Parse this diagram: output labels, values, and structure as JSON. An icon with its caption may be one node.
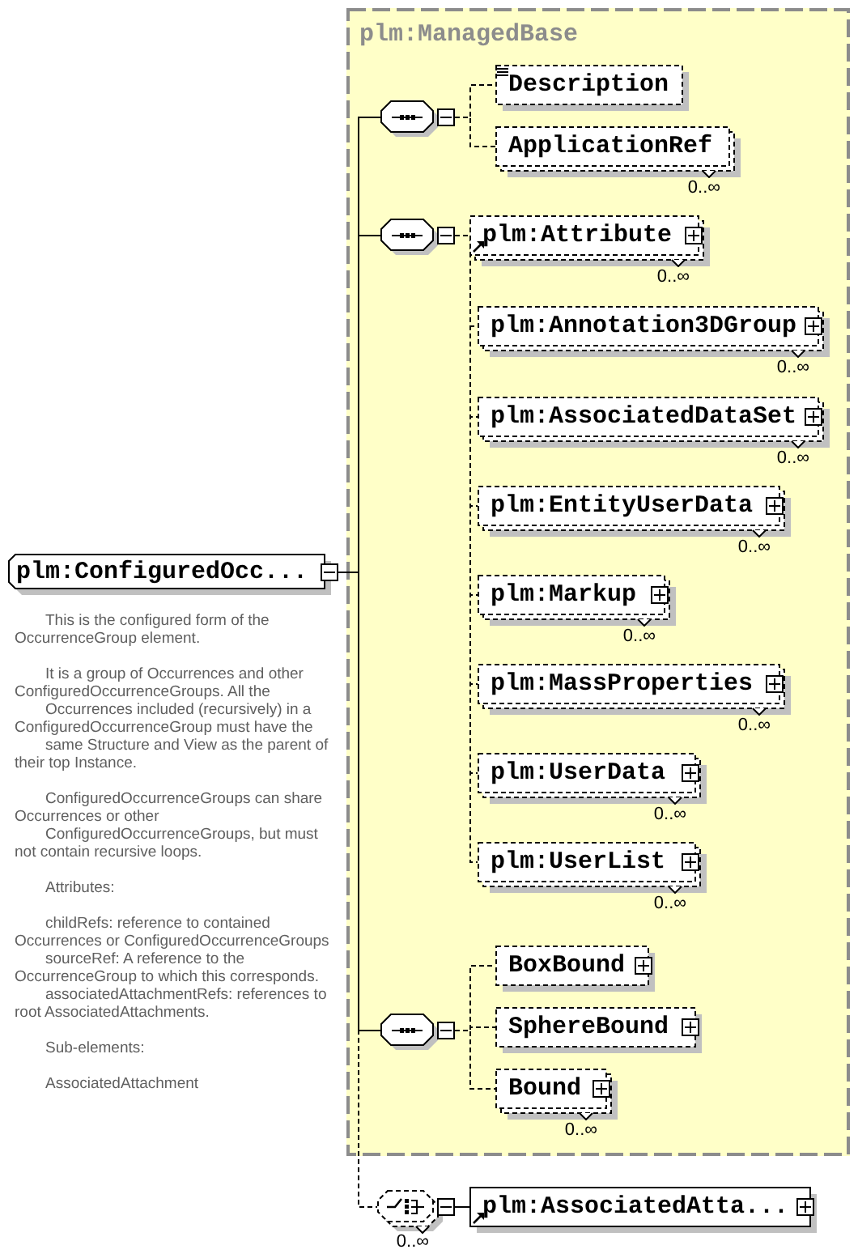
{
  "diagram": {
    "nodes": [
      {
        "text": [
          "plm:ConfiguredOcc..."
        ],
        "beside": [
          "This is the configured form of the OccurrenceGroup element.",
          "It is a group of Occurrences and other ConfiguredOccurrenceGroups. All the",
          "Occurrences included (recursively) in a ConfiguredOccurrenceGroup must have the",
          "same Structure and View as the parent of their top Instance.",
          "ConfiguredOccurrenceGroups can share Occurrences or other",
          "ConfiguredOccurrenceGroups, but must not contain recursive loops.",
          "Attributes:",
          "childRefs: reference to contained Occurrences or ConfiguredOccurrenceGroups",
          "sourceRef: A reference to the OccurrenceGroup to which this corresponds.",
          "associatedAttachmentRefs: references to root AssociatedAttachments.",
          "Sub-elements:",
          "AssociatedAttachment"
        ]
      },
      {
        "text": [
          "plm:ManagedBase"
        ]
      },
      {
        "text": [],
        "shape": "octagon",
        "in": 1
      },
      {
        "text": [
          "Description"
        ],
        "in": 1
      },
      {
        "text": [
          "ApplicationRef"
        ],
        "in": 1,
        "beside": [
          "0..∞"
        ]
      },
      {
        "text": [],
        "shape": "octagon",
        "in": 1
      },
      {
        "text": [
          "plm:Attribute"
        ],
        "in": 1,
        "beside": [
          "0..∞"
        ]
      },
      {
        "text": [
          "plm:Annotation3DGroup"
        ],
        "in": 1,
        "beside": [
          "0..∞"
        ]
      },
      {
        "text": [
          "plm:AssociatedDataSet"
        ],
        "in": 1,
        "beside": [
          "0..∞"
        ]
      },
      {
        "text": [
          "plm:EntityUserData"
        ],
        "in": 1,
        "beside": [
          "0..∞"
        ]
      },
      {
        "text": [
          "plm:Markup"
        ],
        "in": 1,
        "beside": [
          "0..∞"
        ]
      },
      {
        "text": [
          "plm:MassProperties"
        ],
        "in": 1,
        "beside": [
          "0..∞"
        ]
      },
      {
        "text": [
          "plm:UserData"
        ],
        "in": 1,
        "beside": [
          "0..∞"
        ]
      },
      {
        "text": [
          "plm:UserList"
        ],
        "in": 1,
        "beside": [
          "0..∞"
        ]
      },
      {
        "text": [],
        "shape": "octagon",
        "in": 1
      },
      {
        "text": [
          "BoxBound"
        ],
        "in": 1
      },
      {
        "text": [
          "SphereBound"
        ],
        "in": 1
      },
      {
        "text": [
          "Bound"
        ],
        "in": 1,
        "beside": [
          "0..∞"
        ]
      },
      {
        "text": [],
        "shape": "octagon",
        "beside": [
          "0..∞"
        ]
      },
      {
        "text": [
          "plm:AssociatedAtta..."
        ]
      }
    ],
    "edges": [
      {
        "from": 0,
        "to": 2,
        "arrow": "none"
      },
      {
        "from": 0,
        "to": 5,
        "arrow": "none"
      },
      {
        "from": 0,
        "to": 14,
        "arrow": "none"
      },
      {
        "from": 0,
        "to": 18,
        "arrow": "none",
        "style": "dashed"
      },
      {
        "from": 2,
        "to": 3,
        "arrow": "none",
        "style": "dashed"
      },
      {
        "from": 2,
        "to": 4,
        "arrow": "none",
        "style": "dashed"
      },
      {
        "from": 5,
        "to": 6,
        "arrow": "none",
        "style": "dashed"
      },
      {
        "from": 5,
        "to": 7,
        "arrow": "none",
        "style": "dashed"
      },
      {
        "from": 5,
        "to": 8,
        "arrow": "none",
        "style": "dashed"
      },
      {
        "from": 5,
        "to": 9,
        "arrow": "none",
        "style": "dashed"
      },
      {
        "from": 5,
        "to": 10,
        "arrow": "none",
        "style": "dashed"
      },
      {
        "from": 5,
        "to": 11,
        "arrow": "none",
        "style": "dashed"
      },
      {
        "from": 5,
        "to": 12,
        "arrow": "none",
        "style": "dashed"
      },
      {
        "from": 5,
        "to": 13,
        "arrow": "none",
        "style": "dashed"
      },
      {
        "from": 14,
        "to": 15,
        "arrow": "none",
        "style": "dashed"
      },
      {
        "from": 14,
        "to": 16,
        "arrow": "none",
        "style": "dashed"
      },
      {
        "from": 14,
        "to": 17,
        "arrow": "none",
        "style": "dashed"
      },
      {
        "from": 18,
        "to": 19,
        "arrow": "none"
      }
    ]
  }
}
